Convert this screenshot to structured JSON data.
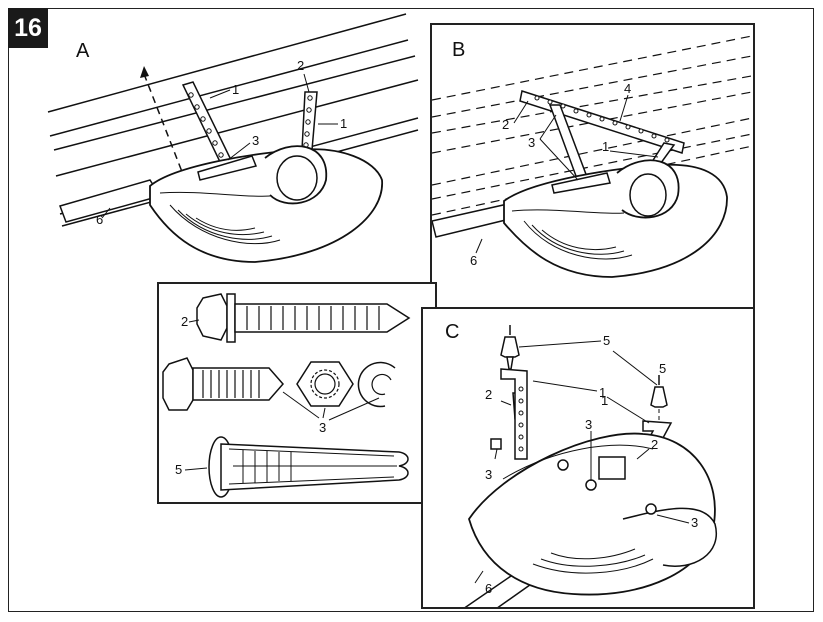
{
  "step_number": "16",
  "panels": {
    "a": "A",
    "b": "B",
    "c": "C"
  },
  "callouts": {
    "a": [
      "1",
      "2",
      "1",
      "3",
      "6"
    ],
    "b": [
      "4",
      "2",
      "3",
      "1",
      "6"
    ],
    "parts": [
      "2",
      "3",
      "5"
    ],
    "c": [
      "5",
      "1",
      "5",
      "1",
      "2",
      "3",
      "3",
      "2",
      "3",
      "6"
    ]
  }
}
